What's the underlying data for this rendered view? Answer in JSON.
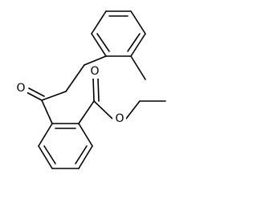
{
  "atom_labels": {
    "ketone_oxygen": "O",
    "ester_carbonyl_oxygen": "O",
    "ester_ether_oxygen": "O"
  }
}
